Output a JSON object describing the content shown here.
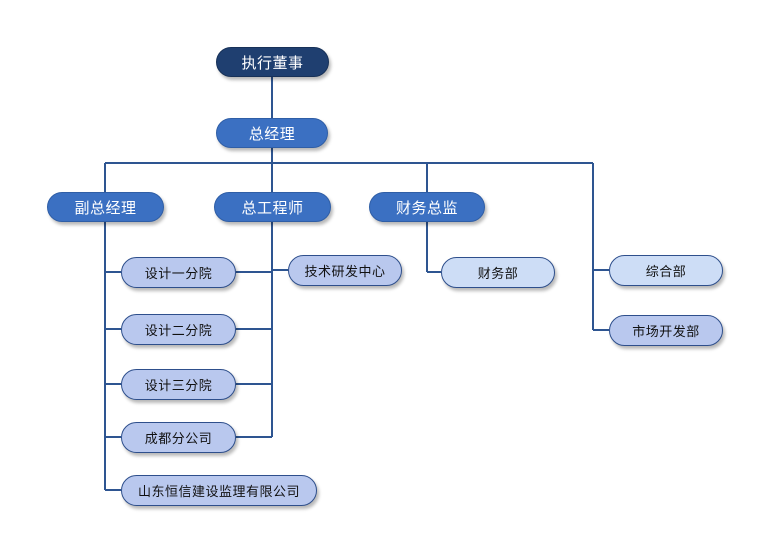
{
  "colors": {
    "connector": "#2e5591",
    "top": "#1f3f70",
    "manager": "#3b70c2",
    "dept": "#b9c8ee",
    "dept_pale": "#cdddf6"
  },
  "nodes": {
    "executive_director": "执行董事",
    "general_manager": "总经理",
    "deputy_gm": "副总经理",
    "chief_engineer": "总工程师",
    "finance_director": "财务总监",
    "design_branch_1": "设计一分院",
    "design_branch_2": "设计二分院",
    "design_branch_3": "设计三分院",
    "chengdu_branch": "成都分公司",
    "supervision_company": "山东恒信建设监理有限公司",
    "rd_center": "技术研发中心",
    "finance_dept": "财务部",
    "general_affairs_dept": "综合部",
    "market_dev_dept": "市场开发部"
  }
}
